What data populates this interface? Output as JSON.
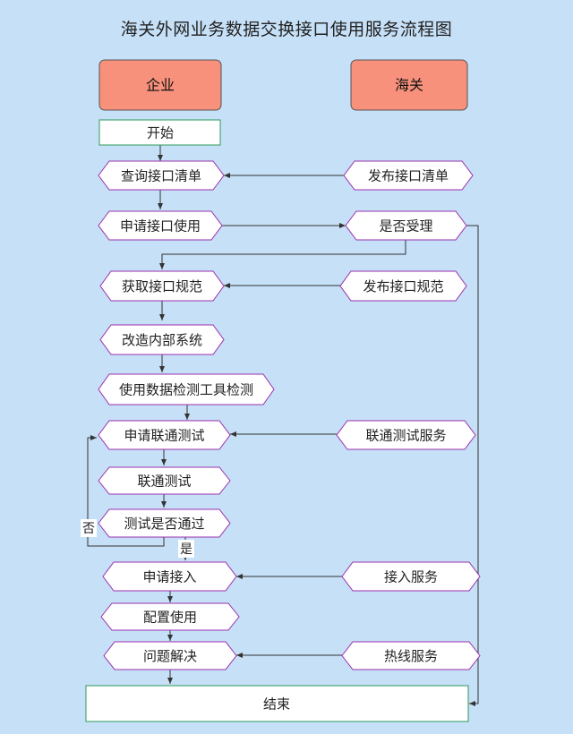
{
  "title": "海关外网业务数据交换接口使用服务流程图",
  "lanes": {
    "enterprise": "企业",
    "customs": "海关"
  },
  "nodes": {
    "start": "开始",
    "query_list": "查询接口清单",
    "publish_list": "发布接口清单",
    "apply_use": "申请接口使用",
    "accept_check": "是否受理",
    "get_spec": "获取接口规范",
    "publish_spec": "发布接口规范",
    "modify_system": "改造内部系统",
    "detect_tool": "使用数据检测工具检测",
    "apply_test": "申请联通测试",
    "test_service": "联通测试服务",
    "test": "联通测试",
    "test_pass": "测试是否通过",
    "apply_access": "申请接入",
    "access_service": "接入服务",
    "config_use": "配置使用",
    "problem_solve": "问题解决",
    "hotline_service": "热线服务",
    "end": "结束"
  },
  "branch_labels": {
    "no": "否",
    "yes": "是"
  },
  "colors": {
    "background": "#c6e0f7",
    "lane_header": "#f7917c",
    "node_fill": "#ffffff",
    "hex_stroke": "#9b2fae",
    "rect_stroke": "#2e9a5b",
    "line": "#333333"
  }
}
